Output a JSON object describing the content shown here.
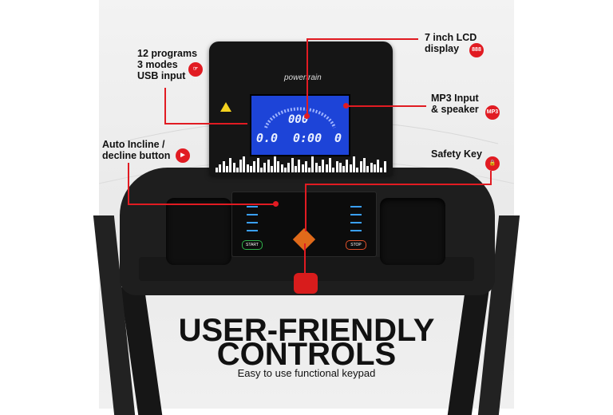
{
  "callouts": {
    "programs": {
      "lines": [
        "12 programs",
        "3 modes",
        "USB input"
      ],
      "icon": "usb-hand-icon"
    },
    "lcd": {
      "lines": [
        "7 inch LCD",
        "display"
      ],
      "icon": "lcd-icon",
      "icon_text": "888"
    },
    "mp3": {
      "lines": [
        "MP3 Input",
        "& speaker"
      ],
      "icon": "mp3-icon",
      "icon_text": "MP3"
    },
    "incline": {
      "lines": [
        "Auto Incline /",
        "decline button"
      ],
      "icon": "incline-arrow-icon"
    },
    "safety": {
      "lines": [
        "Safety Key"
      ],
      "icon": "lock-icon"
    }
  },
  "console": {
    "brand": "powertrain",
    "lcd_readings": [
      "000",
      "0.0",
      "0:00",
      "0"
    ]
  },
  "keypad": {
    "start_label": "START",
    "stop_label": "STOP"
  },
  "headline": {
    "line1": "USER-FRIENDLY",
    "line2": "CONTROLS"
  },
  "subheadline": "Easy to use functional keypad",
  "colors": {
    "accent": "#e11b22",
    "lcd_blue": "#1d44d8",
    "frame": "#1e1e1e"
  }
}
